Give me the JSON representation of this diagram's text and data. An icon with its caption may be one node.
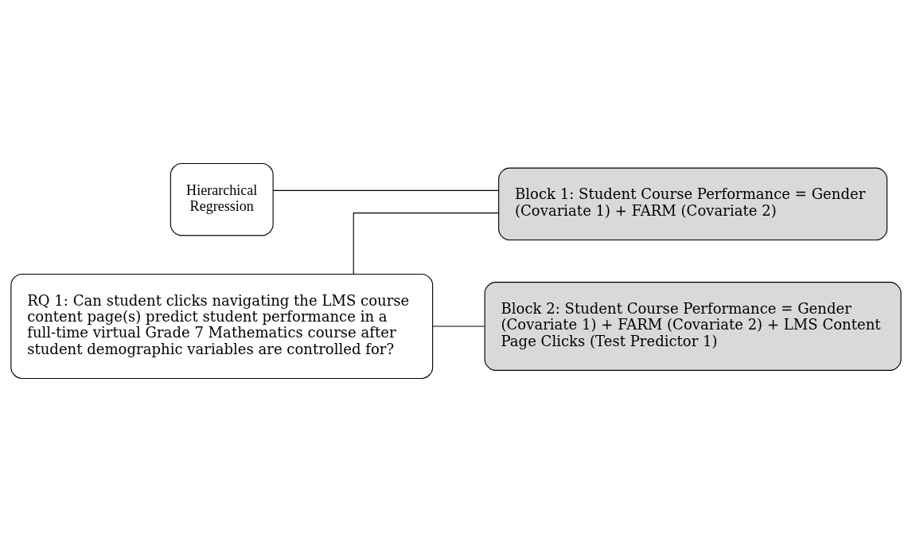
{
  "diagram": {
    "nodes": [
      {
        "text": [
          "RQ 1: Can student clicks navigating the LMS course content page(s) predict student performance in a full-time virtual Grade 7 Mathematics course after student demographic variables are controlled for?"
        ]
      },
      {
        "text": [
          "Hierarchical Regression"
        ]
      },
      {
        "text": [
          "Block 1: Student Course Performance = Gender (Covariate 1) + FARM (Covariate 2)"
        ]
      },
      {
        "text": [
          "Block 2: Student Course Performance = Gender (Covariate 1) + FARM (Covariate 2) + LMS Content Page Clicks (Test Predictor 1)"
        ]
      }
    ],
    "edges": [
      {
        "from": 0,
        "to": 2,
        "arrow": "none"
      },
      {
        "from": 0,
        "to": 3,
        "arrow": "none"
      },
      {
        "from": 1,
        "to": 2,
        "arrow": "none"
      }
    ]
  }
}
